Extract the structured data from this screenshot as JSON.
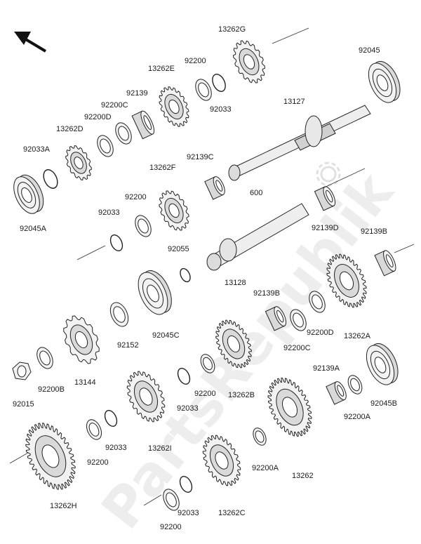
{
  "diagram": {
    "watermark_text": "PartsRepublik",
    "colors": {
      "stroke": "#222222",
      "fill_light": "#f2f2f2",
      "fill_mid": "#d9d9d9",
      "fill_dark": "#9a9a9a"
    },
    "icons": {
      "front_arrow": "arrow-up-left-icon",
      "watermark_gear": "gear-icon"
    },
    "labels": {
      "l_13262G": "13262G",
      "l_92045_top": "92045",
      "l_92200_top": "92200",
      "l_13262E": "13262E",
      "l_92139": "92139",
      "l_13127": "13127",
      "l_92200C_top": "92200C",
      "l_92200D_top": "92200D",
      "l_92033_top": "92033",
      "l_13262D": "13262D",
      "l_92033A": "92033A",
      "l_92139C": "92139C",
      "l_13262F": "13262F",
      "l_600": "600",
      "l_92200_mid": "92200",
      "l_92033_mid": "92033",
      "l_92045A": "92045A",
      "l_92139D": "92139D",
      "l_92055": "92055",
      "l_92139B_right": "92139B",
      "l_13128": "13128",
      "l_92139B_mid": "92139B",
      "l_92152": "92152",
      "l_92045C": "92045C",
      "l_92200D_mid": "92200D",
      "l_92200C_mid": "92200C",
      "l_13262A": "13262A",
      "l_92200B": "92200B",
      "l_13144": "13144",
      "l_92015": "92015",
      "l_92200_low": "92200",
      "l_92033_low": "92033",
      "l_13262B": "13262B",
      "l_92139A": "92139A",
      "l_92045B": "92045B",
      "l_92200A_right": "92200A",
      "l_13262I": "13262I",
      "l_92033_low2": "92033",
      "l_92200_low2": "92200",
      "l_92200A_low": "92200A",
      "l_13262": "13262",
      "l_13262H": "13262H",
      "l_92033_bottom": "92033",
      "l_13262C": "13262C",
      "l_92200_bottom": "92200"
    }
  }
}
